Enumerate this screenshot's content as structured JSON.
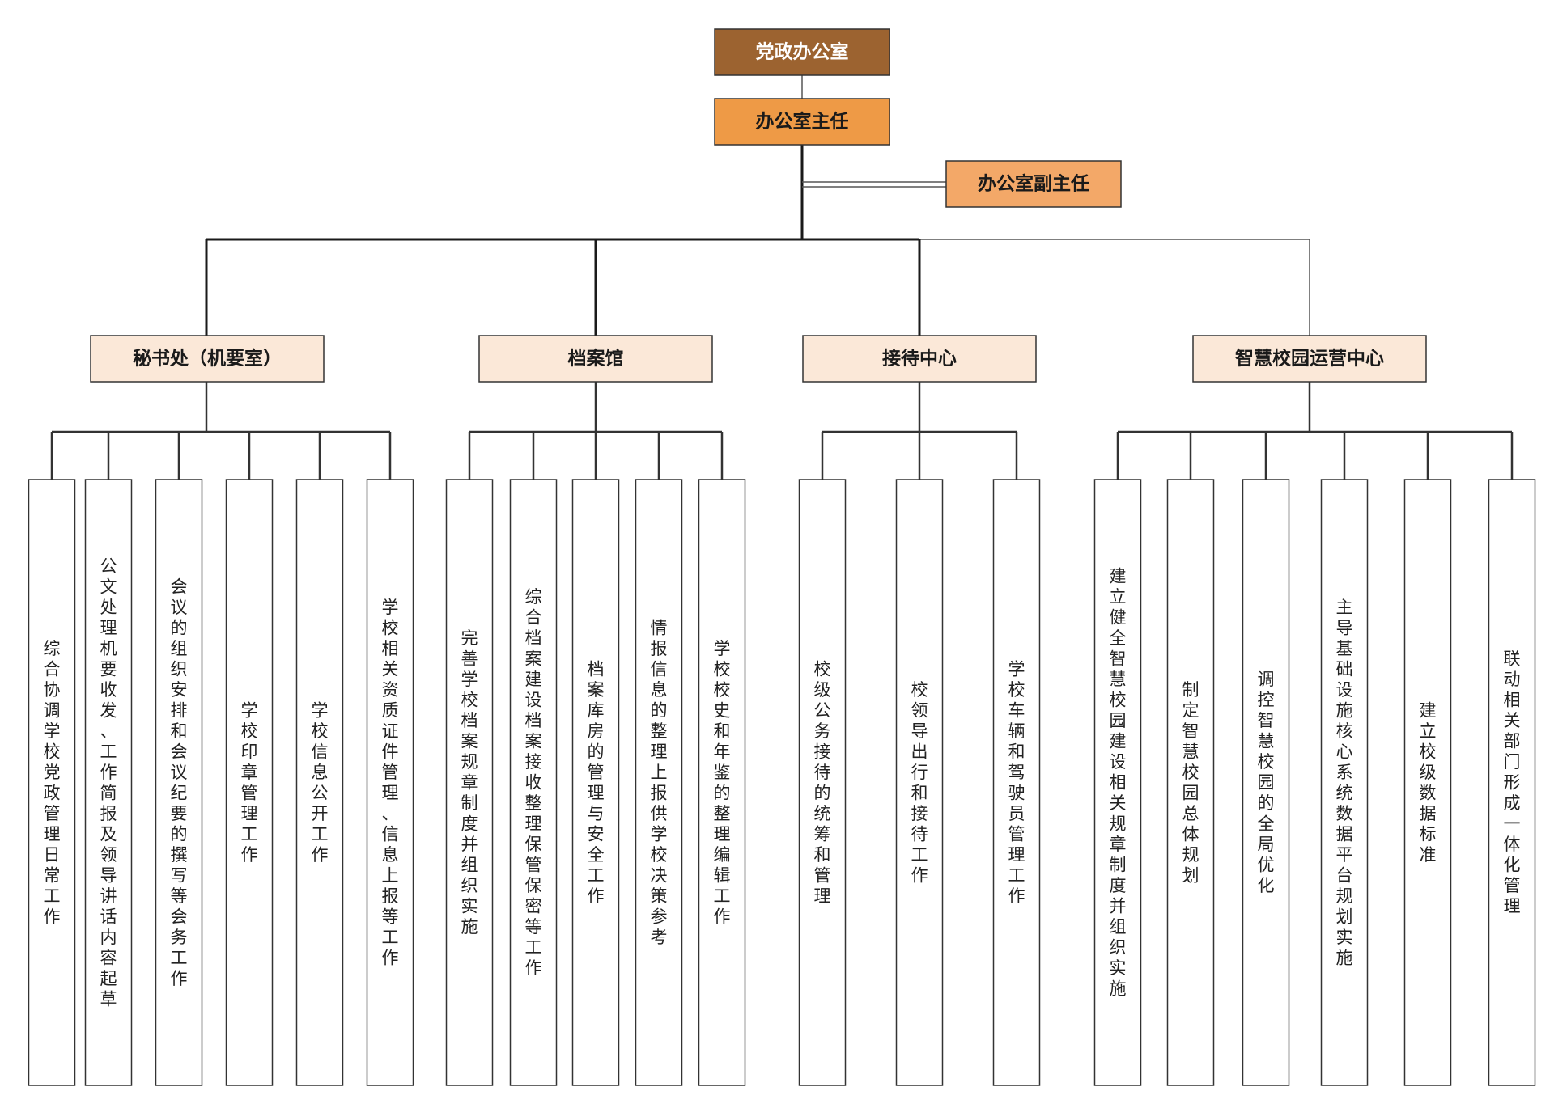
{
  "colors": {
    "top": "#9c6330",
    "director": "#ee9a46",
    "deputy": "#f3a868",
    "department": "#fbe8d8",
    "task": "#ffffff",
    "border": "#333333"
  },
  "top": {
    "label": "党政办公室"
  },
  "director": {
    "label": "办公室主任"
  },
  "deputy": {
    "label": "办公室副主任"
  },
  "departments": [
    {
      "name": "秘书处（机要室）",
      "tasks": [
        "综合协调学校党政管理日常工作",
        "公文处理机要收发、工作简报及领导讲话内容起草",
        "会议的组织安排和会议纪要的撰写等会务工作",
        "学校印章管理工作",
        "学校信息公开工作",
        "学校相关资质证件管理、信息上报等工作"
      ]
    },
    {
      "name": "档案馆",
      "tasks": [
        "完善学校档案规章制度并组织实施",
        "综合档案建设档案接收整理保管保密等工作",
        "档案库房的管理与安全工作",
        "情报信息的整理上报供学校决策参考",
        "学校校史和年鉴的整理编辑工作"
      ]
    },
    {
      "name": "接待中心",
      "tasks": [
        "校级公务接待的统筹和管理",
        "校领导出行和接待工作",
        "学校车辆和驾驶员管理工作"
      ]
    },
    {
      "name": "智慧校园运营中心",
      "tasks": [
        "建立健全智慧校园建设相关规章制度并组织实施",
        "制定智慧校园总体规划",
        "调控智慧校园的全局优化",
        "主导基础设施核心系统数据平台规划实施",
        "建立校级数据标准",
        "联动相关部门形成一体化管理"
      ]
    }
  ]
}
